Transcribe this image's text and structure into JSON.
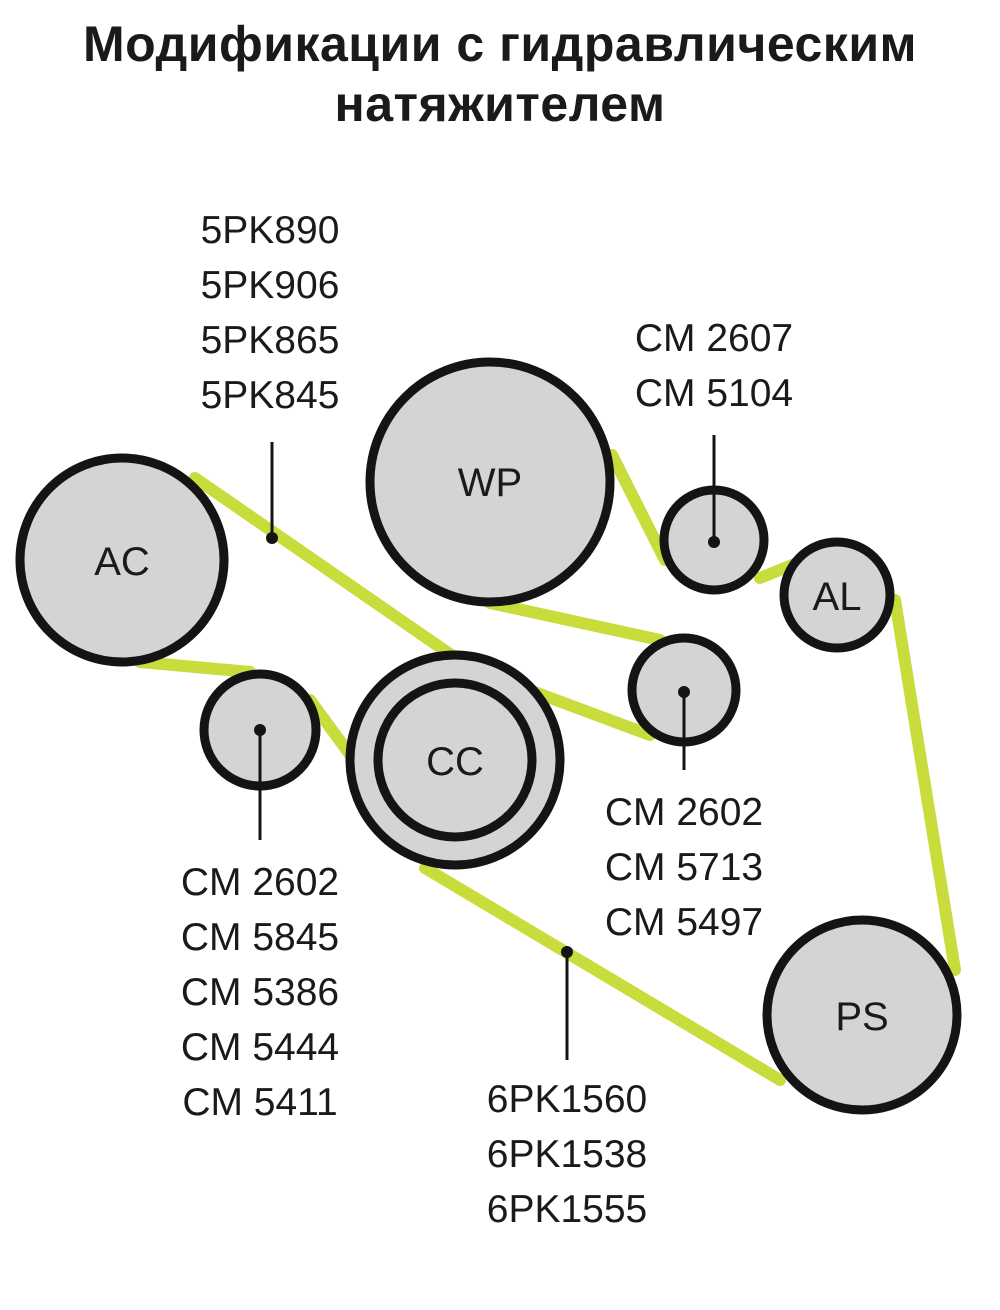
{
  "title": {
    "line1": "Модификации с гидравлическим",
    "line2": "натяжителем"
  },
  "colors": {
    "belt": "#c8dc3c",
    "belt_dark": "#8fa52a",
    "pulley_fill": "#d4d4d4",
    "outline": "#141414"
  },
  "pulleys": {
    "ac": "AC",
    "wp": "WP",
    "al": "AL",
    "cc": "CC",
    "ps": "PS"
  },
  "labels": {
    "belt_5pk": [
      "5PK890",
      "5PK906",
      "5PK865",
      "5PK845"
    ],
    "idler_top": [
      "CM 2607",
      "CM 5104"
    ],
    "idler_mid": [
      "CM 2602",
      "CM 5713",
      "CM 5497"
    ],
    "idler_left": [
      "CM 2602",
      "CM 5845",
      "CM 5386",
      "CM 5444",
      "CM 5411"
    ],
    "belt_6pk": [
      "6PK1560",
      "6PK1538",
      "6PK1555"
    ]
  }
}
